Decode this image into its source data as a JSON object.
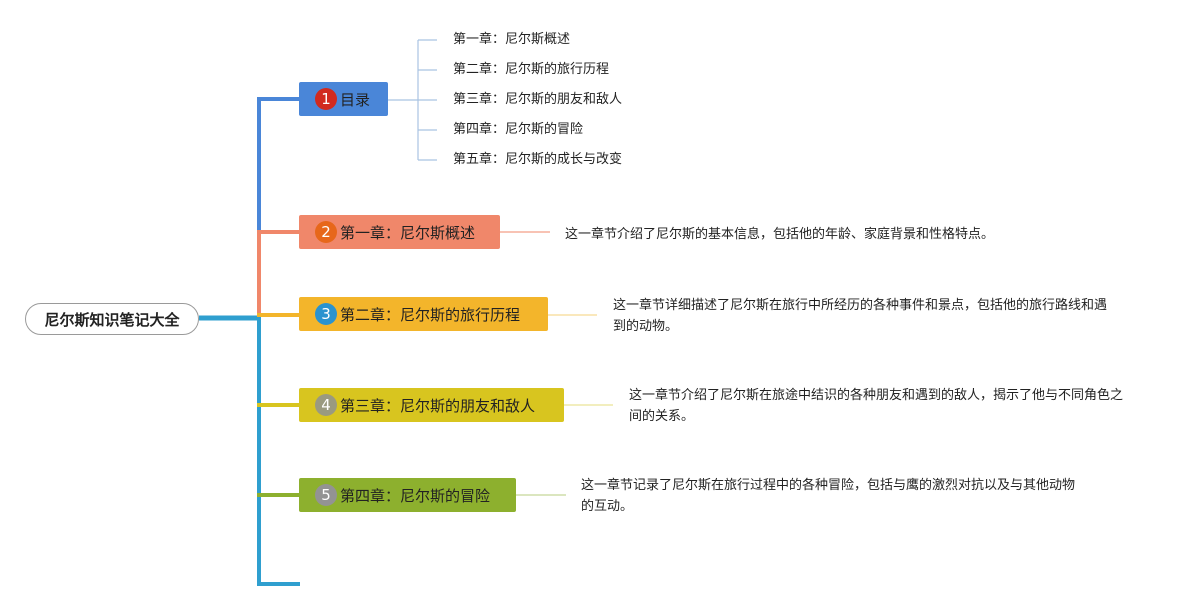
{
  "root": {
    "label": "尼尔斯知识笔记大全"
  },
  "topics": [
    {
      "number": "1",
      "label": "目录",
      "color": "#4a86d8",
      "badge": "#d12a1f"
    },
    {
      "number": "2",
      "label": "第一章：尼尔斯概述",
      "color": "#f0876a",
      "badge": "#e7671a"
    },
    {
      "number": "3",
      "label": "第二章：尼尔斯的旅行历程",
      "color": "#f3b52b",
      "badge": "#2a93cf"
    },
    {
      "number": "4",
      "label": "第三章：尼尔斯的朋友和敌人",
      "color": "#d8c51f",
      "badge": "#9a9a80"
    },
    {
      "number": "5",
      "label": "第四章：尼尔斯的冒险",
      "color": "#8db02e",
      "badge": "#939393"
    }
  ],
  "toc": [
    "第一章：尼尔斯概述",
    "第二章：尼尔斯的旅行历程",
    "第三章：尼尔斯的朋友和敌人",
    "第四章：尼尔斯的冒险",
    "第五章：尼尔斯的成长与改变"
  ],
  "notes": [
    "这一章节介绍了尼尔斯的基本信息，包括他的年龄、家庭背景和性格特点。",
    "这一章节详细描述了尼尔斯在旅行中所经历的各种事件和景点，包括他的旅行路线和遇到的动物。",
    "这一章节介绍了尼尔斯在旅途中结识的各种朋友和遇到的敌人，揭示了他与不同角色之间的关系。",
    "这一章节记录了尼尔斯在旅行过程中的各种冒险，包括与鹰的激烈对抗以及与其他动物的互动。"
  ]
}
